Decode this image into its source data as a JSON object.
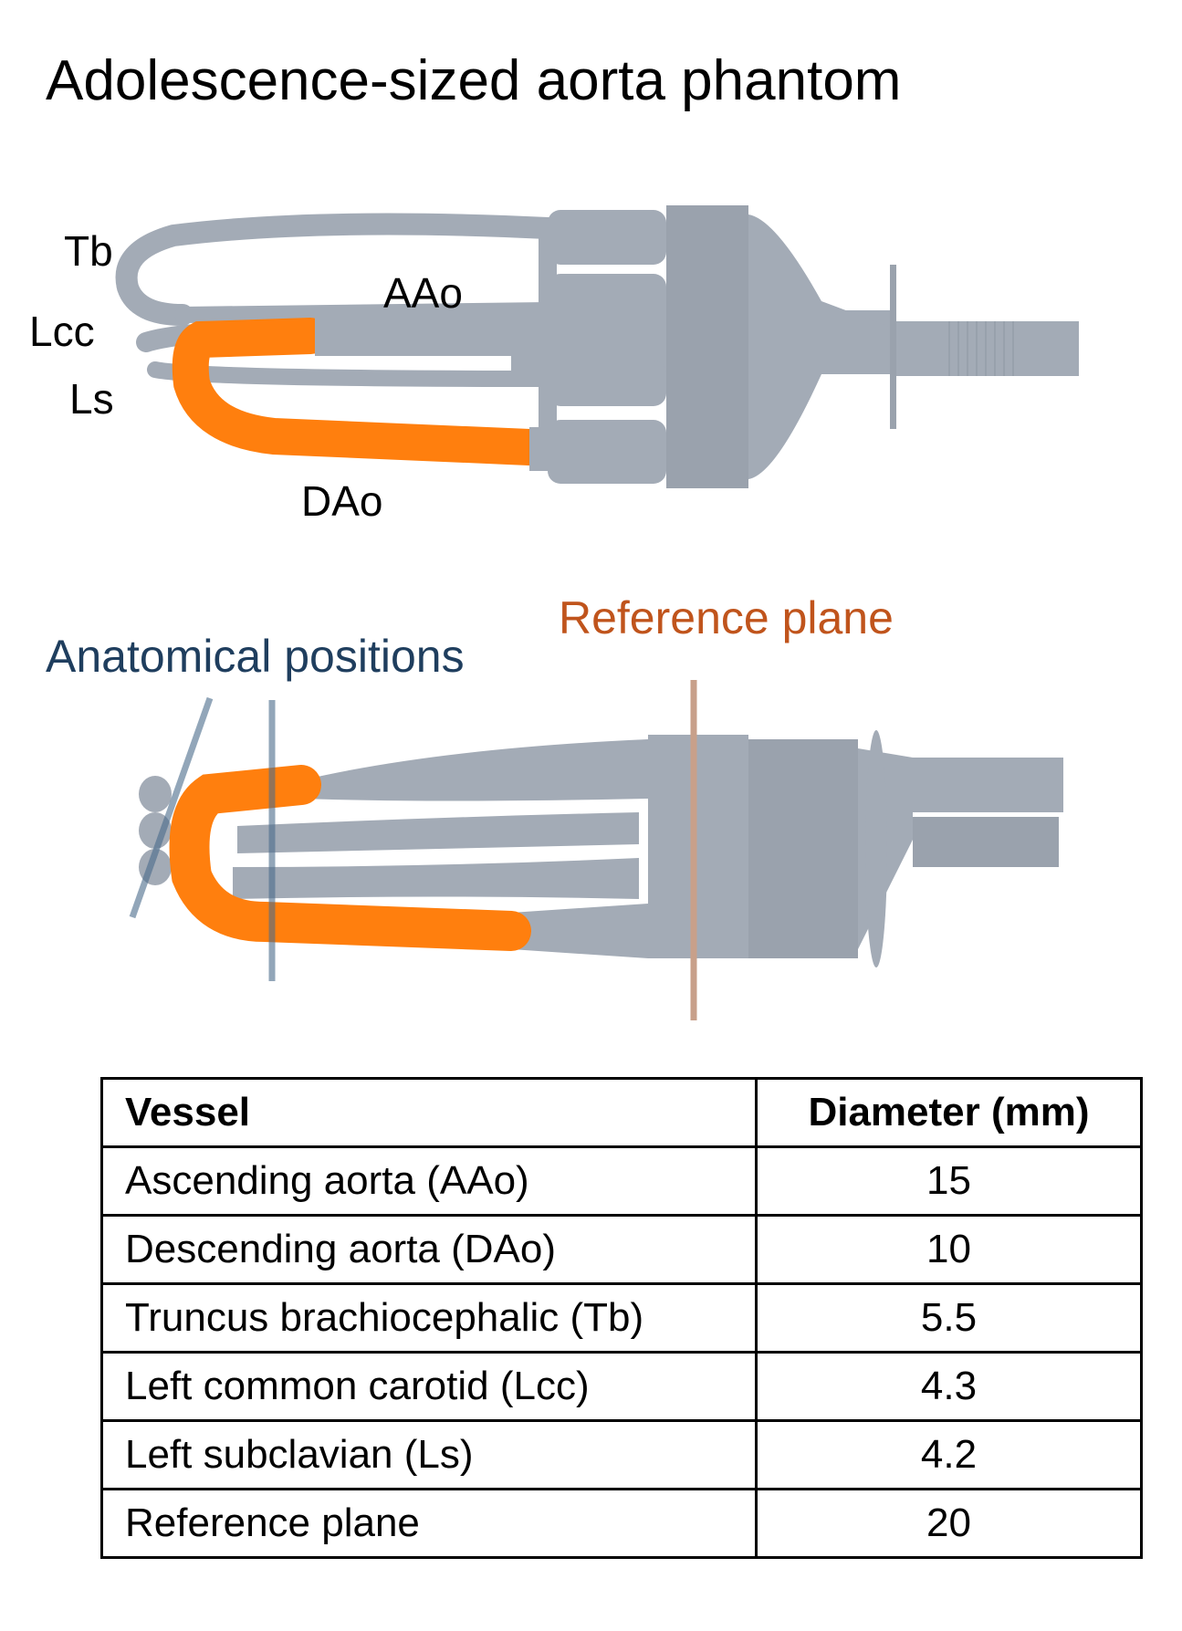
{
  "title": "Adolescence-sized aorta phantom",
  "top_view": {
    "labels": {
      "tb": "Tb",
      "aao": "AAo",
      "lcc": "Lcc",
      "ls": "Ls",
      "dao": "DAo"
    }
  },
  "bottom_view": {
    "anatomical_label": "Anatomical positions",
    "reference_label": "Reference plane"
  },
  "colors": {
    "vessel_gray": "#a3abb6",
    "aorta_orange": "#ff7f0e",
    "anatomical_plane": "#4a6a8a",
    "reference_plane": "#c8a08a",
    "anatomical_text": "#1f3e5e",
    "reference_text": "#c0541c"
  },
  "table": {
    "headers": [
      "Vessel",
      "Diameter (mm)"
    ],
    "rows": [
      {
        "vessel": "Ascending aorta (AAo)",
        "diameter": "15"
      },
      {
        "vessel": "Descending aorta (DAo)",
        "diameter": "10"
      },
      {
        "vessel": "Truncus brachiocephalic (Tb)",
        "diameter": "5.5"
      },
      {
        "vessel": "Left common carotid (Lcc)",
        "diameter": "4.3"
      },
      {
        "vessel": "Left subclavian (Ls)",
        "diameter": "4.2"
      },
      {
        "vessel": "Reference plane",
        "diameter": "20"
      }
    ]
  }
}
